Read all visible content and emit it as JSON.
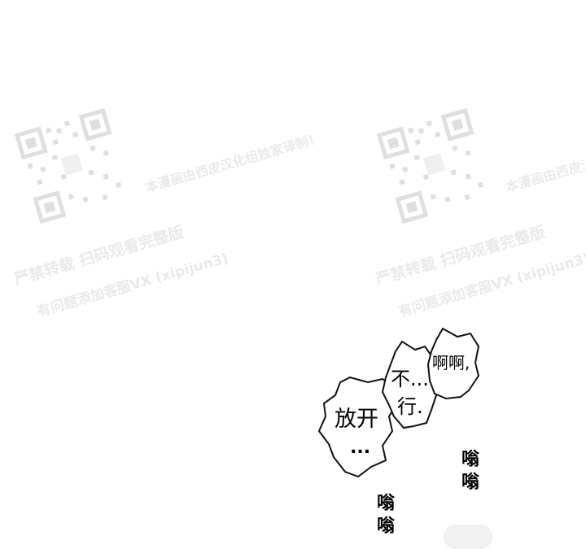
{
  "watermark": {
    "line1": "本漫画由西皮汉化组独家译制！",
    "line2": "严禁转载 扫码观看完整版",
    "line3": "有问题添加客服VX (xipijun3)"
  },
  "bubbles": {
    "release": {
      "text": "放开",
      "ellipsis": "..."
    },
    "no": {
      "line1": "不...",
      "line2": "行."
    },
    "ah": {
      "text": "啊啊,"
    }
  },
  "sfx": {
    "right": "嗡嗡",
    "left": "嗡嗡"
  }
}
